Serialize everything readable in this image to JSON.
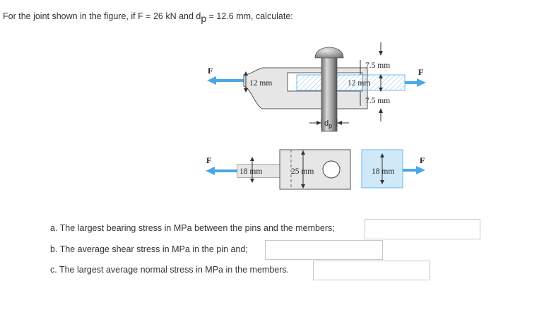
{
  "problem": {
    "statement_prefix": "For the joint shown in the figure, if F = 26 kN and d",
    "statement_sub": "p",
    "statement_suffix": " = 12.6 mm, calculate:"
  },
  "figure": {
    "force_label": "F",
    "label_12mm": "12 mm",
    "label_7_5mm": "7.5 mm",
    "label_18mm": "18 mm",
    "label_25mm": "25 mm",
    "label_dp": "d",
    "label_dp_sub": "p"
  },
  "questions": [
    {
      "label": "a. The largest bearing stress in MPa between the pins and the members;",
      "answer": ""
    },
    {
      "label": "b. The average shear stress in MPa in the pin and;",
      "answer": ""
    },
    {
      "label": "c. The largest average normal stress in MPa in the members.",
      "answer": ""
    }
  ],
  "colors": {
    "blue": "#4aa8e8",
    "member_gray": "#e6e6e6",
    "outline": "#555555",
    "shade_blue": "#cfe9f8"
  }
}
